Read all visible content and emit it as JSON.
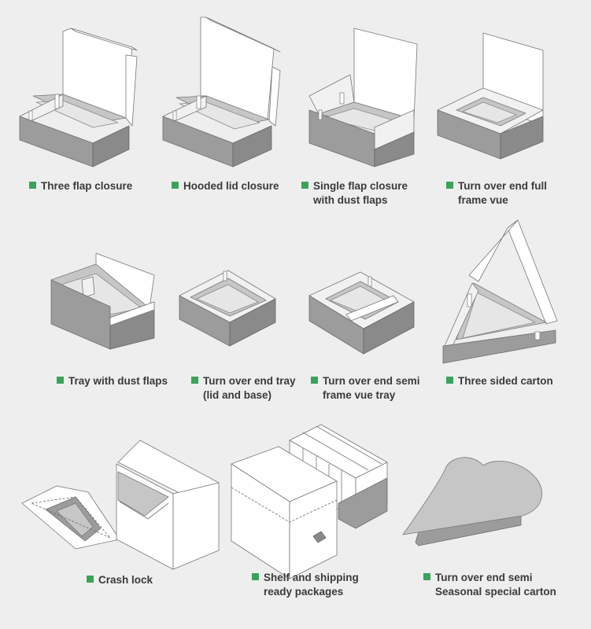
{
  "accent_color": "#3aa35a",
  "items": [
    {
      "line1": "Three flap closure",
      "line2": ""
    },
    {
      "line1": "Hooded lid closure",
      "line2": ""
    },
    {
      "line1": "Single flap closure",
      "line2": "with dust flaps"
    },
    {
      "line1": "Turn over end full",
      "line2": "frame vue"
    },
    {
      "line1": "Tray with dust flaps",
      "line2": ""
    },
    {
      "line1": "Turn over end tray",
      "line2": "(lid and base)"
    },
    {
      "line1": "Turn over end semi",
      "line2": "frame vue tray"
    },
    {
      "line1": "Three sided carton",
      "line2": ""
    },
    {
      "line1": "Crash lock",
      "line2": ""
    },
    {
      "line1": "Shelf and shipping",
      "line2": "ready packages"
    },
    {
      "line1": "Turn over end semi",
      "line2": "Seasonal special carton"
    }
  ]
}
